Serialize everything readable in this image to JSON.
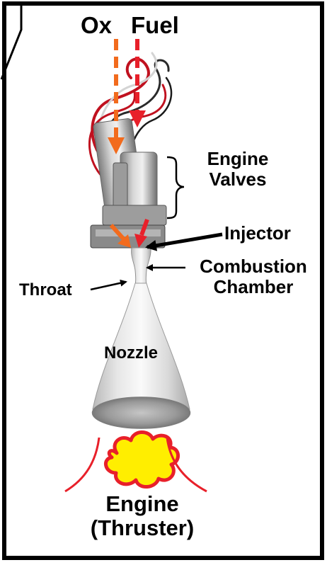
{
  "labels": {
    "ox": "Ox",
    "fuel": "Fuel",
    "engine_valves_line1": "Engine",
    "engine_valves_line2": "Valves",
    "injector": "Injector",
    "combustion_line1": "Combustion",
    "combustion_line2": "Chamber",
    "throat": "Throat",
    "nozzle": "Nozzle",
    "engine_title_line1": "Engine",
    "engine_title_line2": "(Thruster)"
  },
  "colors": {
    "ox_arrow": "#f26b1d",
    "fuel_arrow": "#e8202a",
    "flame_fill": "#ffee00",
    "flame_outline": "#e8202a",
    "exhaust_curves": "#e8202a",
    "leader_arrows": "#000000",
    "frame": "#000000"
  }
}
